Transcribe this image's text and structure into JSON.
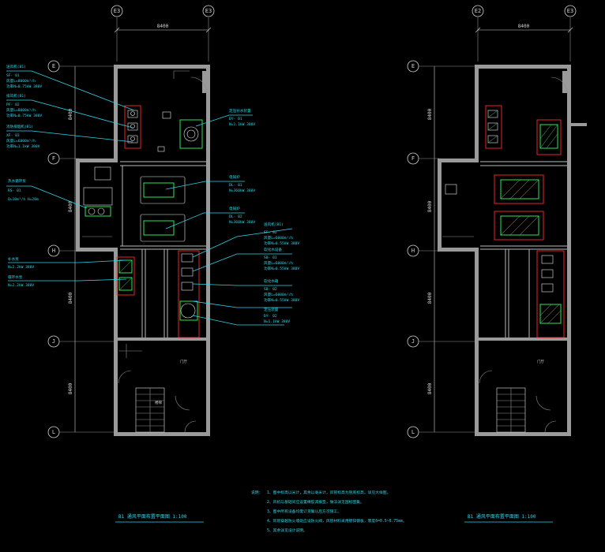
{
  "dimensions": {
    "width_top": "8400",
    "height_upper": "8400",
    "height_mid": "8400",
    "height_low": "8400"
  },
  "left_plan": {
    "grid_top": [
      "E3",
      "E3"
    ],
    "grid_side": [
      "E",
      "F",
      "H",
      "J",
      "L"
    ],
    "title": "B1 通风平面布置平面图  1:100",
    "callouts": [
      {
        "code": "SF-B1",
        "lines": [
          "送风机(B1)",
          "SF- 01",
          "风量L=8000m³/h",
          "功率N=0.75kW 380V"
        ]
      },
      {
        "code": "PF-B1",
        "lines": [
          "排风机(B1)",
          "PF- 02",
          "风量L=8000m³/h",
          "功率N=0.75kW 380V"
        ]
      },
      {
        "code": "XF-B1",
        "lines": [
          "消防排烟机(B1)",
          "XF- 03",
          "风量L=6000m³/h",
          "功率N=1.1kW 380V"
        ]
      },
      {
        "code": "RS-01",
        "lines": [
          "热水循环泵",
          "RS- 01",
          "Q=10m³/h  H=20m"
        ]
      },
      {
        "code": "DY-01",
        "lines": [
          "定压补水装置",
          "DY- 01",
          "N=1.1kW 380V"
        ]
      },
      {
        "code": "DL-01",
        "lines": [
          "电锅炉",
          "DL- 01",
          "N=360kW 380V"
        ]
      },
      {
        "code": "DL-02",
        "lines": [
          "电锅炉",
          "DL- 02",
          "N=360kW 380V"
        ]
      },
      {
        "code": "SF-02",
        "lines": [
          "送风机(B1)",
          "SF- 02",
          "风量L=6000m³/h",
          "功率N=0.55kW 380V"
        ]
      },
      {
        "code": "SB-01",
        "lines": [
          "软化水设备",
          "SB- 01",
          "风量L=6000m³/h",
          "功率N=0.55kW 380V"
        ]
      },
      {
        "code": "SB-02",
        "lines": [
          "软化水箱",
          "SB- 02",
          "风量L=6000m³/h",
          "功率N=0.55kW 380V"
        ]
      },
      {
        "code": "DY-02",
        "lines": [
          "定压装置",
          "DY- 02",
          "N=1.1kW 380V"
        ]
      },
      {
        "code": "FJ-01",
        "lines": [
          "补水泵",
          "N=2.2kW 380V"
        ]
      },
      {
        "code": "FJ-02",
        "lines": [
          "循环水泵",
          "N=2.2kW 380V"
        ]
      }
    ]
  },
  "right_plan": {
    "grid_top": [
      "E2",
      "E3"
    ],
    "grid_side": [
      "E",
      "F",
      "H",
      "J",
      "L"
    ],
    "title": "B1 通风平面布置平面图  1:100"
  },
  "notes": {
    "header": "说明：",
    "items": [
      "1、图中标高以米计，其余以毫米计，风管标高为管底标高，详见大样图。",
      "2、风机与基础间应设置橡胶减振垫，做法详见国标图集。",
      "3、图中所有设备均需订货确认后方可施工。",
      "4、风管穿越防火墙处应设防火阀，风管材料采用镀锌钢板，厚度δ=0.5~0.75mm。",
      "5、其余详见设计说明。"
    ]
  },
  "rooms": {
    "left_lower": "门厅",
    "right_lower": "门厅",
    "stair": "楼梯"
  },
  "colors": {
    "annotation": "#2fd4e8",
    "equipment_red": "#ff2a2a",
    "equipment_green": "#32ff5a",
    "wall": "#9a9a9a"
  }
}
